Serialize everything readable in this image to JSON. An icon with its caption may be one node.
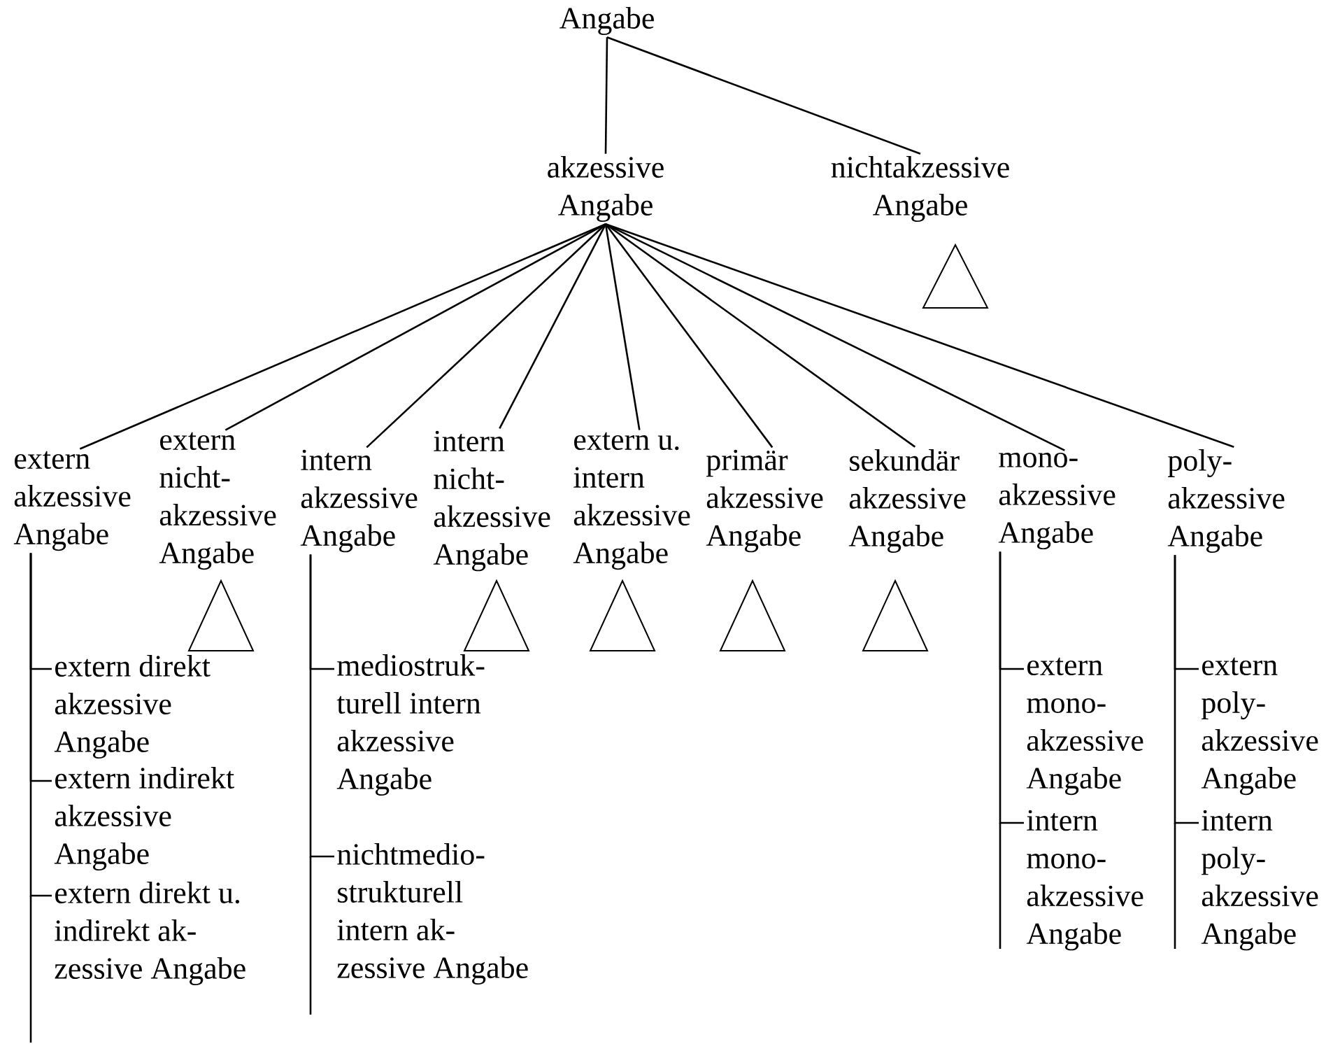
{
  "diagram": {
    "nodes": [
      {
        "text": [
          "Angabe"
        ]
      },
      {
        "text": [
          "akzessive Angabe"
        ]
      },
      {
        "text": [
          "nichtakzessive Angabe"
        ]
      },
      {
        "text": [
          "extern akzessive Angabe"
        ]
      },
      {
        "text": [
          "extern nicht- akzessive Angabe"
        ]
      },
      {
        "text": [
          "intern akzessive Angabe"
        ]
      },
      {
        "text": [
          "intern nicht- akzessive Angabe"
        ]
      },
      {
        "text": [
          "extern u. intern akzessive Angabe"
        ]
      },
      {
        "text": [
          "primär akzessive Angabe"
        ]
      },
      {
        "text": [
          "sekundär akzessive Angabe"
        ]
      },
      {
        "text": [
          "mono- akzessive Angabe"
        ]
      },
      {
        "text": [
          "poly- akzessive Angabe"
        ]
      },
      {
        "text": [
          "extern direkt akzessive Angabe"
        ]
      },
      {
        "text": [
          "extern indirekt akzessive Angabe"
        ]
      },
      {
        "text": [
          "extern direkt u. indirekt ak- zessive Angabe"
        ]
      },
      {
        "text": [
          "mediostruk- turell intern akzessive Angabe"
        ]
      },
      {
        "text": [
          "nichtmedio- strukturell intern ak- zessive Angabe"
        ]
      },
      {
        "text": [
          "extern mono- akzessive Angabe"
        ]
      },
      {
        "text": [
          "intern mono- akzessive Angabe"
        ]
      },
      {
        "text": [
          "extern poly- akzessive Angabe"
        ]
      },
      {
        "text": [
          "intern poly- akzessive Angabe"
        ]
      }
    ],
    "edges": [
      {
        "from": 0,
        "to": 1,
        "arrow": "none"
      },
      {
        "from": 0,
        "to": 2,
        "arrow": "none"
      },
      {
        "from": 1,
        "to": 3,
        "arrow": "none"
      },
      {
        "from": 1,
        "to": 4,
        "arrow": "none"
      },
      {
        "from": 1,
        "to": 5,
        "arrow": "none"
      },
      {
        "from": 1,
        "to": 6,
        "arrow": "none"
      },
      {
        "from": 1,
        "to": 7,
        "arrow": "none"
      },
      {
        "from": 1,
        "to": 8,
        "arrow": "none"
      },
      {
        "from": 1,
        "to": 9,
        "arrow": "none"
      },
      {
        "from": 1,
        "to": 10,
        "arrow": "none"
      },
      {
        "from": 1,
        "to": 11,
        "arrow": "none"
      },
      {
        "from": 3,
        "to": 12,
        "arrow": "none"
      },
      {
        "from": 3,
        "to": 13,
        "arrow": "none"
      },
      {
        "from": 3,
        "to": 14,
        "arrow": "none"
      },
      {
        "from": 5,
        "to": 15,
        "arrow": "none"
      },
      {
        "from": 5,
        "to": 16,
        "arrow": "none"
      },
      {
        "from": 10,
        "to": 17,
        "arrow": "none"
      },
      {
        "from": 10,
        "to": 18,
        "arrow": "none"
      },
      {
        "from": 11,
        "to": 19,
        "arrow": "none"
      },
      {
        "from": 11,
        "to": 20,
        "arrow": "none"
      }
    ]
  }
}
